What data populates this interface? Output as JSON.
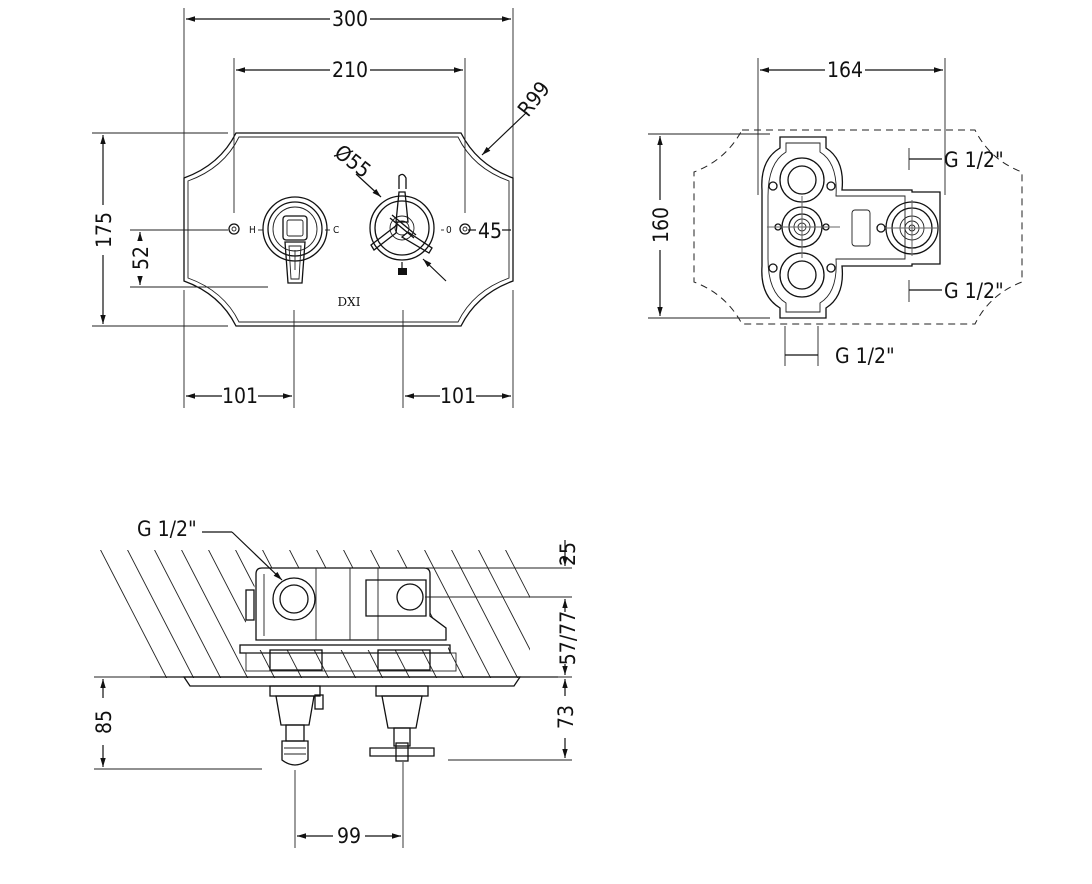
{
  "front_view": {
    "width_overall": "300",
    "hole_spacing": "210",
    "corner_radius": "R99",
    "height": "175",
    "offset_vertical": "52",
    "handle_diameter": "Ø55",
    "side_offset": "45",
    "left_offset": "101",
    "right_offset": "101",
    "label_hot": "H",
    "label_cold": "C",
    "label_off": "0",
    "logo": "DXI"
  },
  "rear_view": {
    "width": "164",
    "height": "160",
    "port_top": "G 1/2\"",
    "port_side": "G 1/2\"",
    "port_bottom": "G 1/2\""
  },
  "side_view": {
    "inlet": "G 1/2\"",
    "depth_top": "25",
    "depth_body": "57/77",
    "protrusion_left": "85",
    "protrusion_right": "73",
    "spindle_spacing": "99"
  }
}
